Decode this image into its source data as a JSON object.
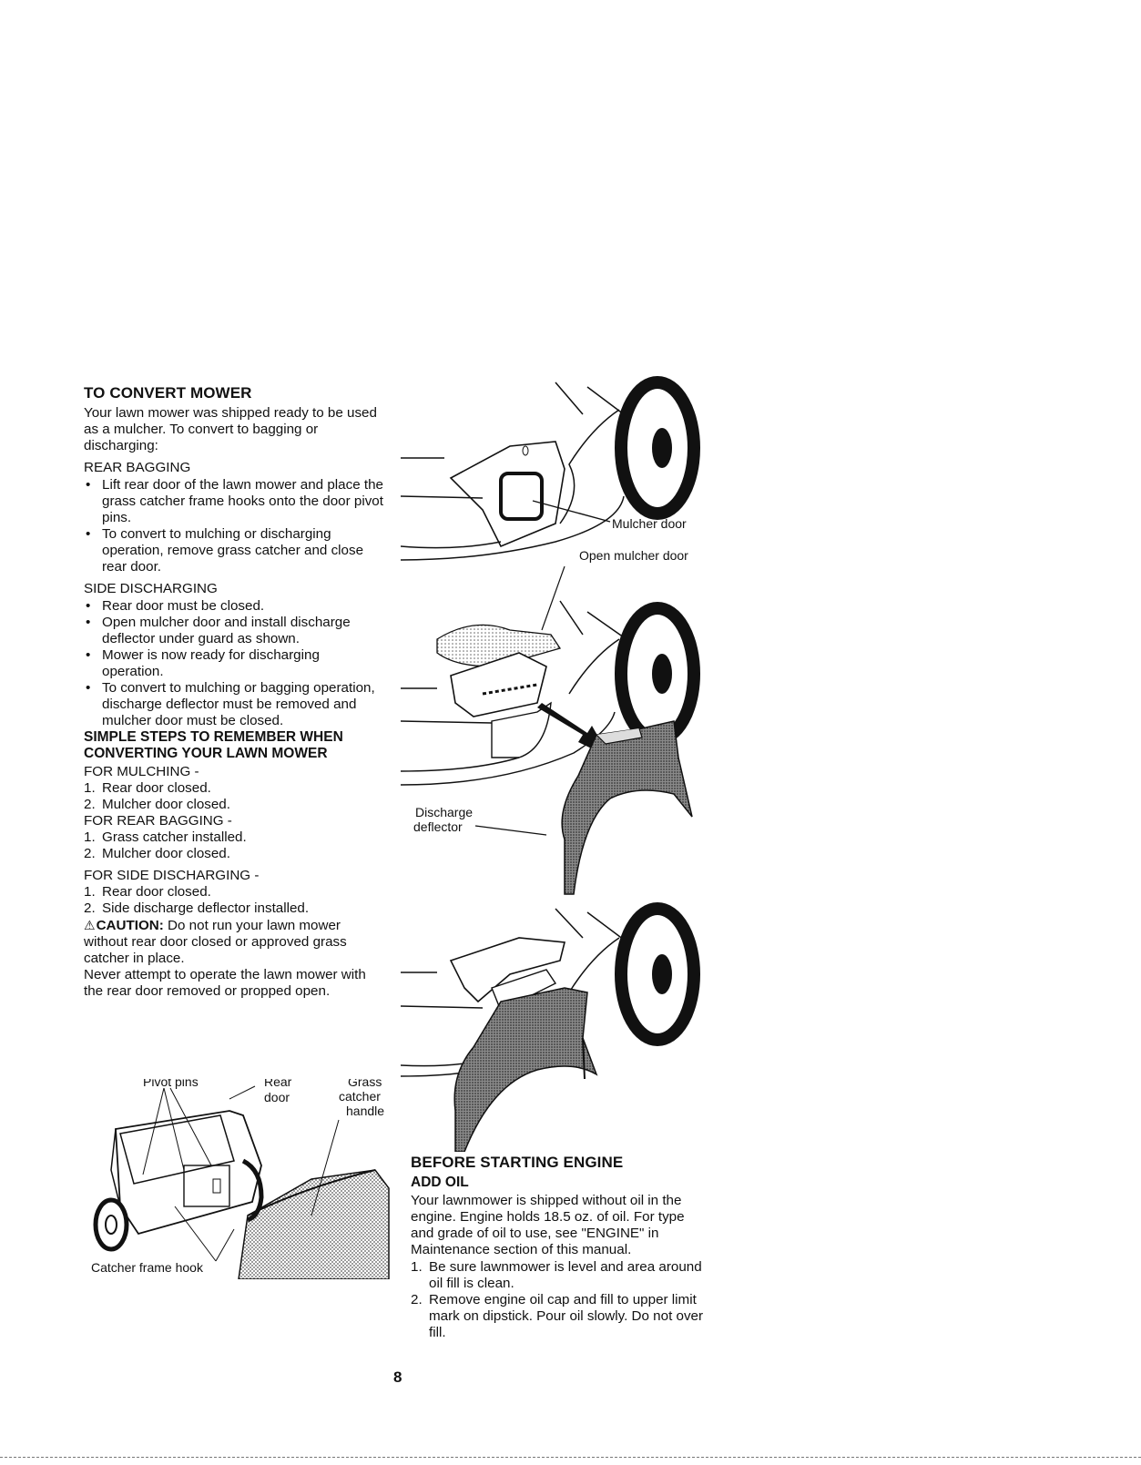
{
  "section1": {
    "title": "TO CONVERT MOWER",
    "intro": "Your lawn mower was shipped ready to be used as a mulcher. To convert to bagging or discharging:",
    "rear_bagging": {
      "heading": "REAR BAGGING",
      "bullets": [
        "Lift rear door of the lawn mower and place the grass catcher frame hooks onto the door pivot pins.",
        "To convert to mulching or discharging operation, remove grass catcher and close rear door."
      ]
    },
    "side_discharging": {
      "heading": "SIDE DISCHARGING",
      "bullets": [
        "Rear door must be closed.",
        "Open mulcher door and install discharge deflector under guard as shown.",
        "Mower is now ready for discharging operation.",
        "To convert to mulching or bagging operation, discharge deflector must be removed and mulcher door must be closed."
      ]
    },
    "simple_steps_heading": "SIMPLE STEPS TO REMEMBER WHEN CONVERTING YOUR LAWN MOWER",
    "for_mulching": {
      "heading": "FOR MULCHING -",
      "steps": [
        "Rear door closed.",
        "Mulcher door closed."
      ]
    },
    "for_rear_bagging": {
      "heading": "FOR REAR BAGGING -",
      "steps": [
        "Grass catcher installed.",
        "Mulcher door closed."
      ]
    },
    "for_side_discharging": {
      "heading": "FOR SIDE DISCHARGING -",
      "steps": [
        "Rear door closed.",
        "Side discharge deflector installed."
      ]
    },
    "caution": {
      "label": "CAUTION:",
      "text1": "Do not run your lawn mower without rear door closed or approved grass catcher in place.",
      "text2": "Never attempt to operate the lawn mower with the rear door removed or propped open."
    }
  },
  "figure_labels": {
    "pivot_pins": "Pivot pins",
    "rear": "Rear",
    "door": "door",
    "grass": "Grass",
    "catcher": "catcher",
    "handle": "handle",
    "catcher_frame_hook": "Catcher frame hook",
    "mulcher_door": "Mulcher door",
    "open_mulcher_door": "Open mulcher door",
    "discharge": "Discharge",
    "deflector": "deflector"
  },
  "section2": {
    "title": "BEFORE STARTING ENGINE",
    "subtitle": "ADD OIL",
    "intro": "Your lawnmower is shipped without oil in the engine. Engine holds 18.5 oz. of oil. For type and grade of oil to use, see \"ENGINE\" in Maintenance section of this manual.",
    "steps": [
      "Be sure lawnmower is level and area around oil fill is clean.",
      "Remove engine oil cap and fill to upper limit mark on dipstick. Pour oil slowly. Do not over fill."
    ]
  },
  "page_number": "8"
}
